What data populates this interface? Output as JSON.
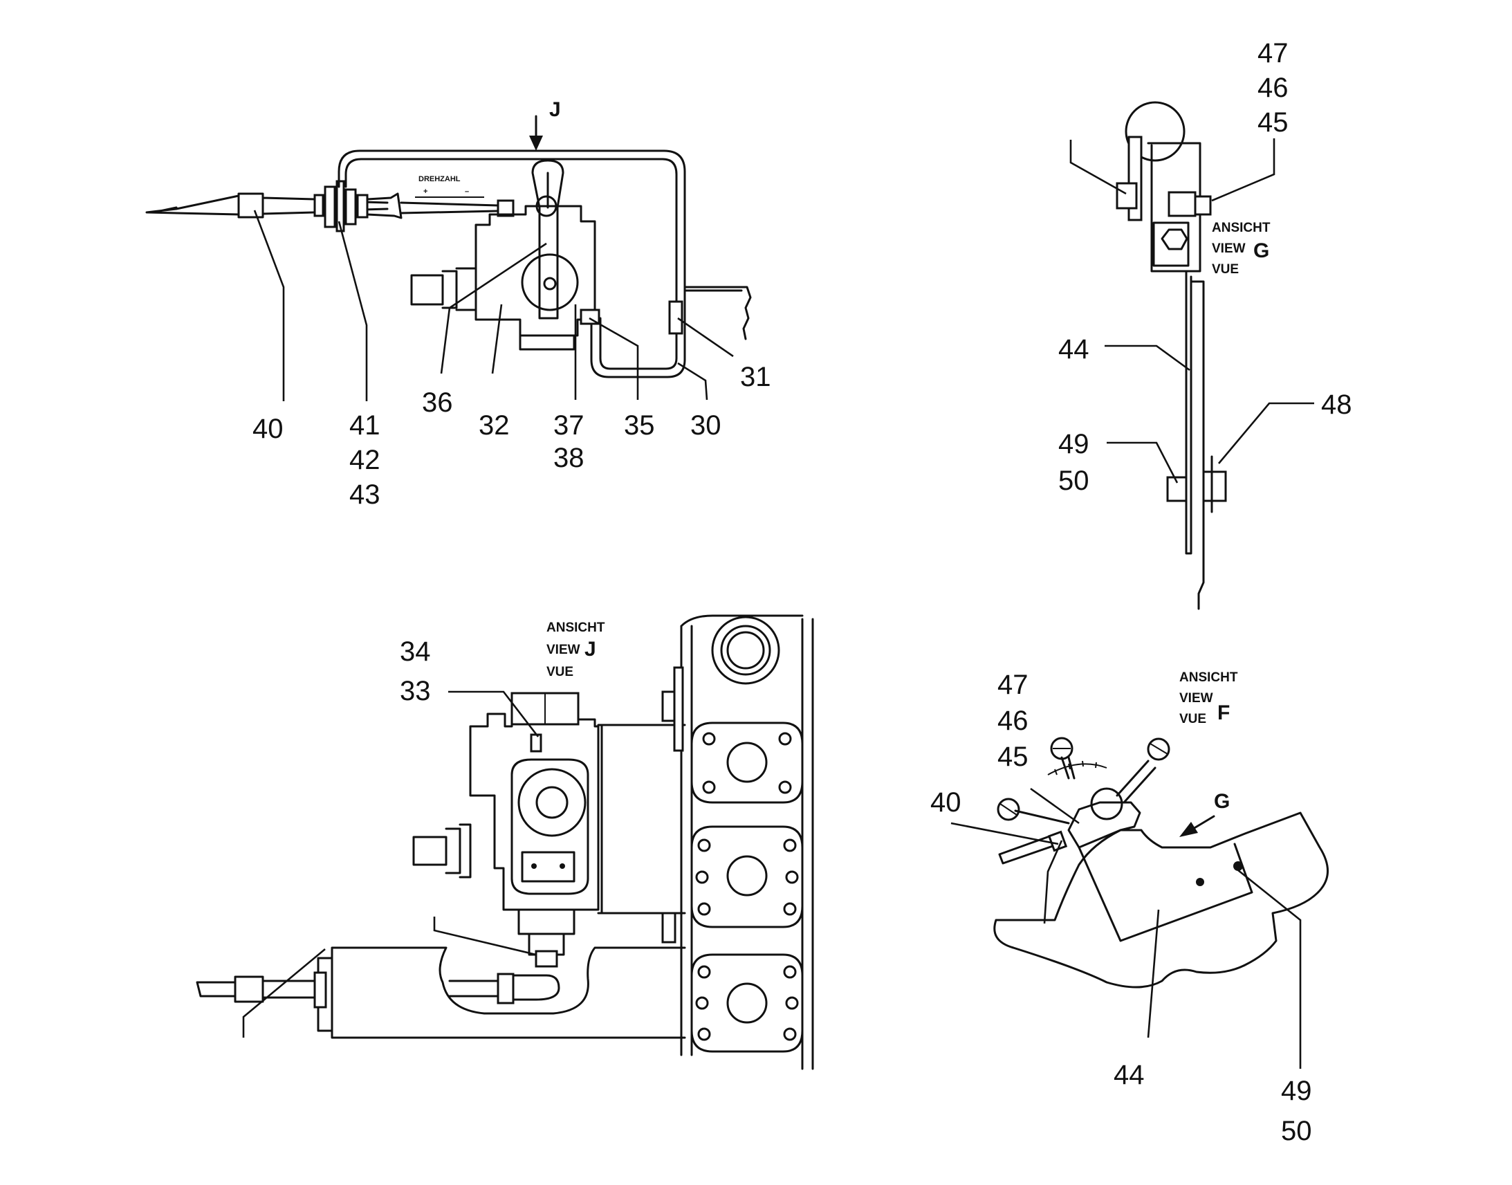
{
  "figure": {
    "top_left": {
      "view_arrow_letter": "J",
      "plate_text": "DREHZAHL",
      "plate_plus": "+",
      "plate_minus": "–",
      "labels": {
        "l40": "40",
        "l41": "41",
        "l42": "42",
        "l43": "43",
        "l36": "36",
        "l32": "32",
        "l37": "37",
        "l38": "38",
        "l35": "35",
        "l30": "30",
        "l31": "31"
      }
    },
    "top_right": {
      "view_ansicht": "ANSICHT",
      "view_view": "VIEW",
      "view_vue": "VUE",
      "view_letter": "G",
      "labels": {
        "l47": "47",
        "l46": "46",
        "l45": "45",
        "l44": "44",
        "l48": "48",
        "l49": "49",
        "l50": "50"
      }
    },
    "bottom_left": {
      "view_ansicht": "ANSICHT",
      "view_view": "VIEW",
      "view_vue": "VUE",
      "view_letter": "J",
      "labels": {
        "l34": "34",
        "l33": "33"
      }
    },
    "bottom_right": {
      "view_ansicht": "ANSICHT",
      "view_view": "VIEW",
      "view_vue": "VUE",
      "view_letter": "F",
      "arrow_letter": "G",
      "labels": {
        "l47": "47",
        "l46": "46",
        "l45": "45",
        "l40": "40",
        "l44": "44",
        "l49": "49",
        "l50": "50"
      }
    }
  }
}
